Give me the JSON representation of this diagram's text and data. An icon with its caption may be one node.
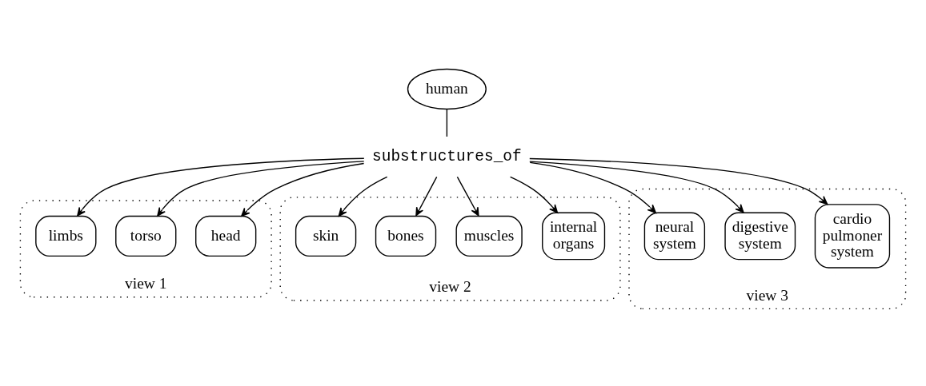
{
  "diagram": {
    "nodes": [
      {
        "text": [
          "human"
        ]
      },
      {
        "text": [
          "substructures_of"
        ]
      },
      {
        "text": [
          "view 1"
        ]
      },
      {
        "text": [
          "head"
        ],
        "in": 2
      },
      {
        "text": [
          "torso"
        ],
        "in": 2
      },
      {
        "text": [
          "limbs"
        ],
        "in": 2
      },
      {
        "text": [
          "view 2"
        ]
      },
      {
        "text": [
          "internal organs"
        ],
        "in": 6
      },
      {
        "text": [
          "muscles"
        ],
        "in": 6
      },
      {
        "text": [
          "bones"
        ],
        "in": 6
      },
      {
        "text": [
          "skin"
        ],
        "in": 6
      },
      {
        "text": [
          "view 3"
        ]
      },
      {
        "text": [
          "cardio pulmoner system"
        ],
        "in": 11
      },
      {
        "text": [
          "digestive system"
        ],
        "in": 11
      },
      {
        "text": [
          "neural system"
        ],
        "in": 11
      }
    ],
    "edges": [
      {
        "from": 0,
        "to": 1,
        "arrow": "none"
      },
      {
        "from": 1,
        "to": 3,
        "arrow": "to"
      },
      {
        "from": 1,
        "to": 4,
        "arrow": "to"
      },
      {
        "from": 1,
        "to": 5,
        "arrow": "to"
      },
      {
        "from": 1,
        "to": 7,
        "arrow": "to"
      },
      {
        "from": 1,
        "to": 8,
        "arrow": "to"
      },
      {
        "from": 1,
        "to": 9,
        "arrow": "to"
      },
      {
        "from": 1,
        "to": 10,
        "arrow": "to"
      },
      {
        "from": 1,
        "to": 12,
        "arrow": "to"
      },
      {
        "from": 1,
        "to": 13,
        "arrow": "to"
      },
      {
        "from": 1,
        "to": 14,
        "arrow": "to"
      }
    ]
  }
}
